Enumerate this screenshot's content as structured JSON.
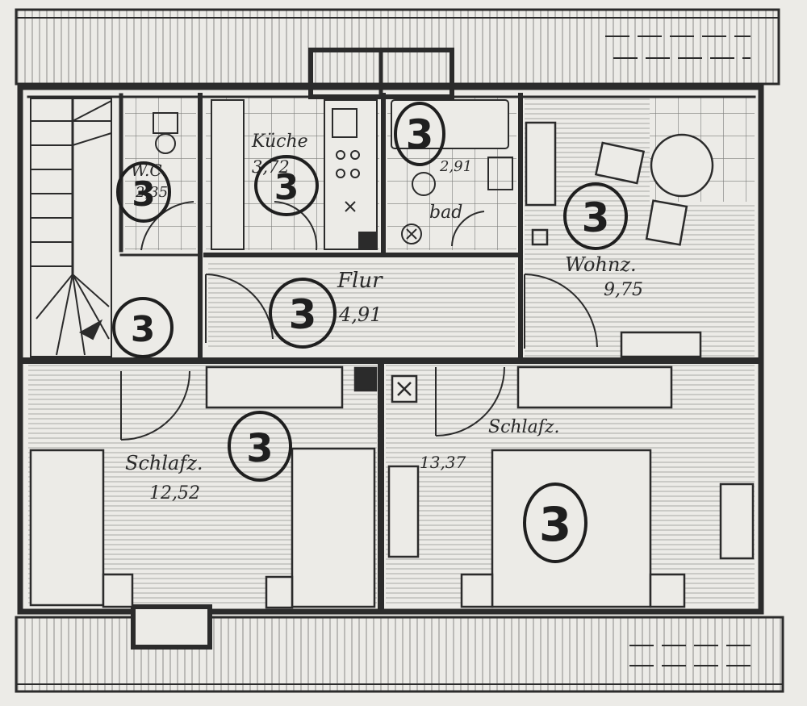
{
  "colors": {
    "paper": "#ecebe7",
    "ink": "#2b2b2b",
    "hatch": "#8a8a88",
    "marker": "#1f1f1f"
  },
  "rooms": {
    "wc": {
      "label": "W.C.",
      "area": "2,35"
    },
    "kueche": {
      "label": "Küche",
      "area": "3,72"
    },
    "bad": {
      "label": "bad",
      "area": "2,91"
    },
    "wohnz": {
      "label": "Wohnz.",
      "area": "9,75"
    },
    "flur": {
      "label": "Flur",
      "area": "4,91"
    },
    "schlafz_left": {
      "label": "Schlafz.",
      "area": "12,52"
    },
    "schlafz_right": {
      "label": "Schlafz.",
      "area": "13,37"
    }
  },
  "markers": {
    "wc": "3",
    "kueche": "3",
    "bad": "3",
    "wohnz": "3",
    "flur": "3",
    "stairs": "3",
    "schlafz_left": "3",
    "schlafz_right": "3"
  }
}
